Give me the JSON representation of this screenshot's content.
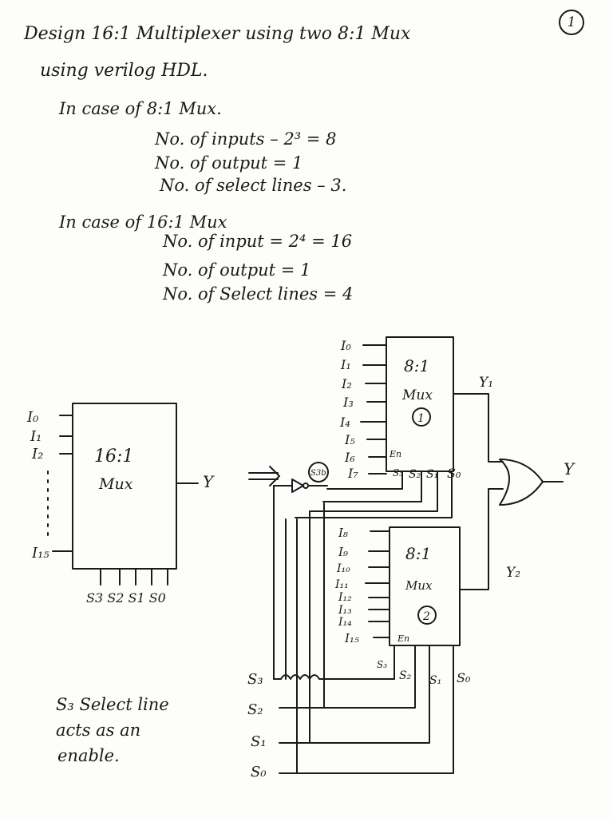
{
  "page_number": "1",
  "heading": {
    "line1": "Design 16:1 Multiplexer using two 8:1 Mux",
    "line2": "using verilog HDL."
  },
  "case_8to1": {
    "title": "In case of   8:1 Mux.",
    "inputs": "No. of inputs – 2³ = 8",
    "outputs": "No. of  output = 1",
    "select_lines": "No. of select lines – 3."
  },
  "case_16to1": {
    "title": "In case of  16:1 Mux",
    "inputs": "No. of input = 2⁴ = 16",
    "outputs": "No. of output = 1",
    "select_lines": "No. of Select lines = 4"
  },
  "block_16to1": {
    "label_line1": "16:1",
    "label_line2": "Mux",
    "output": "Y",
    "inputs_top": [
      "I₀",
      "I₁",
      "I₂"
    ],
    "input_bottom": "I₁₅",
    "selects": "S3 S2 S1 S0"
  },
  "mux1": {
    "label_line1": "8:1",
    "label_line2": "Mux",
    "number": "1",
    "inputs": [
      "I₀",
      "I₁",
      "I₂",
      "I₃",
      "I₄",
      "I₅",
      "I₆",
      "I₇"
    ],
    "enable": "En",
    "selects": [
      "S₂",
      "S₁",
      "S₀"
    ],
    "select3": "S₃",
    "output": "Y₁",
    "inverter_label": "S3b"
  },
  "mux2": {
    "label_line1": "8:1",
    "label_line2": "Mux",
    "number": "2",
    "inputs": [
      "I₈",
      "I₉",
      "I₁₀",
      "I₁₁",
      "I₁₂",
      "I₁₃",
      "I₁₄",
      "I₁₅"
    ],
    "enable": "En",
    "selects": [
      "S₂",
      "S₁",
      "S₀"
    ],
    "select3": "S₃",
    "output": "Y₂"
  },
  "or_output": "Y",
  "select_inputs": [
    "S₃",
    "S₂",
    "S₁",
    "S₀"
  ],
  "note": {
    "line1": "S₃ Select line",
    "line2": "acts as an",
    "line3": "enable."
  }
}
